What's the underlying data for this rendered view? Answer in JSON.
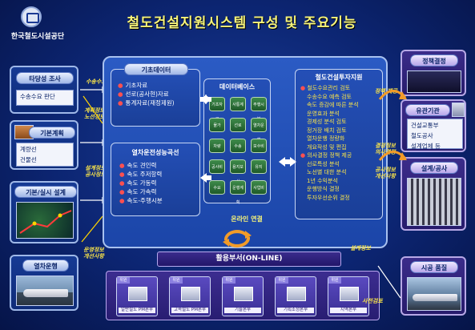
{
  "header": {
    "logo_text": "한국철도시설공단",
    "title": "철도건설지원시스템 구성 및 주요기능"
  },
  "left": {
    "feasibility": {
      "label": "타당성 조사",
      "items": [
        "수송수요 판단"
      ]
    },
    "basic_plan": {
      "label": "기본계획",
      "items": [
        "계량선",
        "건물선"
      ]
    },
    "design": {
      "label": "기본/실시 설계"
    },
    "operation": {
      "label": "열차운행"
    },
    "notes": [
      "수송수요",
      "계획정보\n노선정보",
      "설계정보\n공사정보",
      "운영정보\n개선사항"
    ]
  },
  "center": {
    "basic_data": {
      "label": "기초데이터",
      "items": [
        "기초자료",
        "선로(공사현)자료",
        "통계자료(재정제원)"
      ]
    },
    "train_perf": {
      "label": "열차운전성능곡선",
      "items": [
        "속도 견인력",
        "속도 주저항력",
        "속도 가동력",
        "속도 가속력",
        "속도-주행시분"
      ]
    },
    "database": {
      "label": "데이터베이스",
      "cells": [
        "기초자료",
        "사통계",
        "주행시분",
        "물가",
        "선로",
        "열차운행",
        "차량",
        "수송",
        "보수비",
        "공사비",
        "용지보상",
        "유지",
        "수요",
        "운행계획",
        "사업비"
      ]
    },
    "support": {
      "label": "철도건설투자지원",
      "items": [
        "철도수요관리 검토",
        "수송수요 예측 검토",
        "속도 증감에 따른 분석",
        "운영효과 분석",
        "경제성 분석 검토",
        "정거장 배치 검토",
        "열차운행 정량화",
        "개요작성 및 편집",
        "의사결정 정책 제공",
        "선로특성 분석",
        "노선별 대한 분석",
        "1년 수익분석",
        "운행방식 결정",
        "투자우선순위 결정"
      ]
    },
    "online_link": "온라인 연결"
  },
  "bottom": {
    "bar": "활용부서(ON-LINE)",
    "depts": [
      "일반철도 PM본부",
      "고속철도 PM본부",
      "기술본부",
      "기획조정본부",
      "지역본부"
    ]
  },
  "right": {
    "policy": {
      "label": "정책결정"
    },
    "agencies": {
      "label": "유관기관",
      "items": [
        "건설교통부",
        "철도공사",
        "설계업체 등"
      ]
    },
    "construction": {
      "label": "설계/공사"
    },
    "service": {
      "label": "시공 품질"
    },
    "notes": [
      "정책 제공",
      "결정정보\n의사결정",
      "공사정보\n개선사항",
      "설계정보",
      "사전검토"
    ]
  },
  "colors": {
    "background": "#0c2572",
    "title": "#f7f47a",
    "note": "#f7e24a"
  }
}
